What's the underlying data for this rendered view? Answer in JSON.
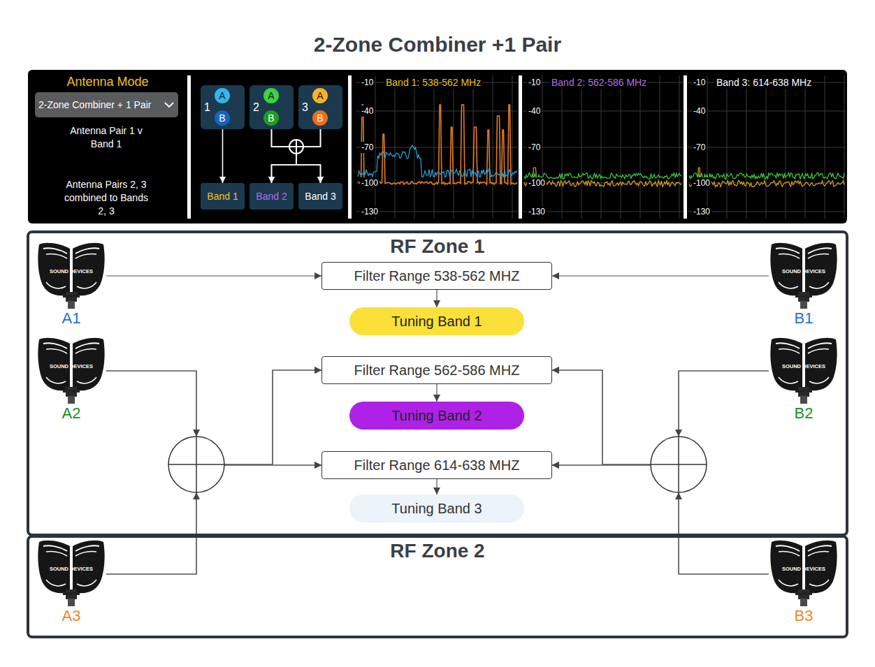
{
  "diagram": {
    "title": "2-Zone Combiner +1 Pair",
    "nodes": [
      {
        "text": [
          "2-Zone Combiner + 1 Pair"
        ]
      },
      {
        "text": [
          "1"
        ]
      },
      {
        "text": [
          "A"
        ],
        "in": 1
      },
      {
        "text": [
          "B"
        ],
        "in": 1
      },
      {
        "text": [
          "2"
        ]
      },
      {
        "text": [
          "A"
        ],
        "in": 4
      },
      {
        "text": [
          "B"
        ],
        "in": 4
      },
      {
        "text": [
          "3"
        ]
      },
      {
        "text": [
          "A"
        ],
        "in": 7
      },
      {
        "text": [
          "B"
        ],
        "in": 7
      },
      {
        "text": [
          "Band 1"
        ]
      },
      {
        "text": [
          "Band 2"
        ]
      },
      {
        "text": [
          "Band 3"
        ]
      },
      {
        "text": [
          "RF Zone 1"
        ]
      },
      {
        "text": [
          "SOUND DEVICES",
          "A1"
        ],
        "in": 13
      },
      {
        "text": [
          "Filter Range 538-562 MHZ"
        ],
        "in": 13
      },
      {
        "text": [
          "SOUND DEVICES",
          "B1"
        ],
        "in": 13
      },
      {
        "text": [
          "Tuning Band 1"
        ],
        "in": 13
      },
      {
        "text": [
          "SOUND DEVICES",
          "A2"
        ],
        "in": 13
      },
      {
        "text": [
          "Filter Range 562-586 MHZ"
        ],
        "in": 13
      },
      {
        "text": [
          "SOUND DEVICES",
          "B2"
        ],
        "in": 13
      },
      {
        "text": [
          "Tuning Band 2"
        ],
        "in": 13
      },
      {
        "text": [
          "Filter Range 614-638 MHZ"
        ],
        "in": 13
      },
      {
        "text": [
          "Tuning Band 3"
        ],
        "in": 13
      },
      {
        "text": [
          "RF Zone 2"
        ]
      },
      {
        "text": [
          "SOUND DEVICES",
          "A3"
        ],
        "in": 24
      },
      {
        "text": [
          "SOUND DEVICES",
          "B3"
        ],
        "in": 24
      }
    ],
    "edges": [
      {
        "from": 1,
        "to": 10,
        "arrow": "to"
      },
      {
        "from": 4,
        "to": 11,
        "arrow": "to"
      },
      {
        "from": 4,
        "to": 12,
        "arrow": "to"
      },
      {
        "from": 7,
        "to": 11,
        "arrow": "to"
      },
      {
        "from": 7,
        "to": 12,
        "arrow": "to"
      },
      {
        "from": 14,
        "to": 15,
        "arrow": "to"
      },
      {
        "from": 16,
        "to": 15,
        "arrow": "to"
      },
      {
        "from": 15,
        "to": 17,
        "arrow": "to"
      },
      {
        "from": 18,
        "to": 19,
        "arrow": "to"
      },
      {
        "from": 18,
        "to": 22,
        "arrow": "to"
      },
      {
        "from": 25,
        "to": 19,
        "arrow": "to"
      },
      {
        "from": 25,
        "to": 22,
        "arrow": "to"
      },
      {
        "from": 20,
        "to": 19,
        "arrow": "to"
      },
      {
        "from": 20,
        "to": 22,
        "arrow": "to"
      },
      {
        "from": 26,
        "to": 19,
        "arrow": "to"
      },
      {
        "from": 26,
        "to": 22,
        "arrow": "to"
      },
      {
        "from": 19,
        "to": 21,
        "arrow": "to"
      },
      {
        "from": 22,
        "to": 23,
        "arrow": "to"
      }
    ],
    "labels": [
      "Antenna Mode",
      "Antenna Pair 1 v Band 1",
      "Antenna Pairs 2, 3 combined to Bands 2, 3",
      "-10",
      "Band 1: 538-562 MHz",
      "-40",
      "-70",
      "-100",
      "-130",
      "-10",
      "Band 2: 562-586 MHz",
      "-40",
      "-70",
      "-100",
      "-130",
      "-10",
      "Band 3: 614-638 MHz",
      "-40",
      "-70",
      "-100",
      "-130"
    ]
  }
}
